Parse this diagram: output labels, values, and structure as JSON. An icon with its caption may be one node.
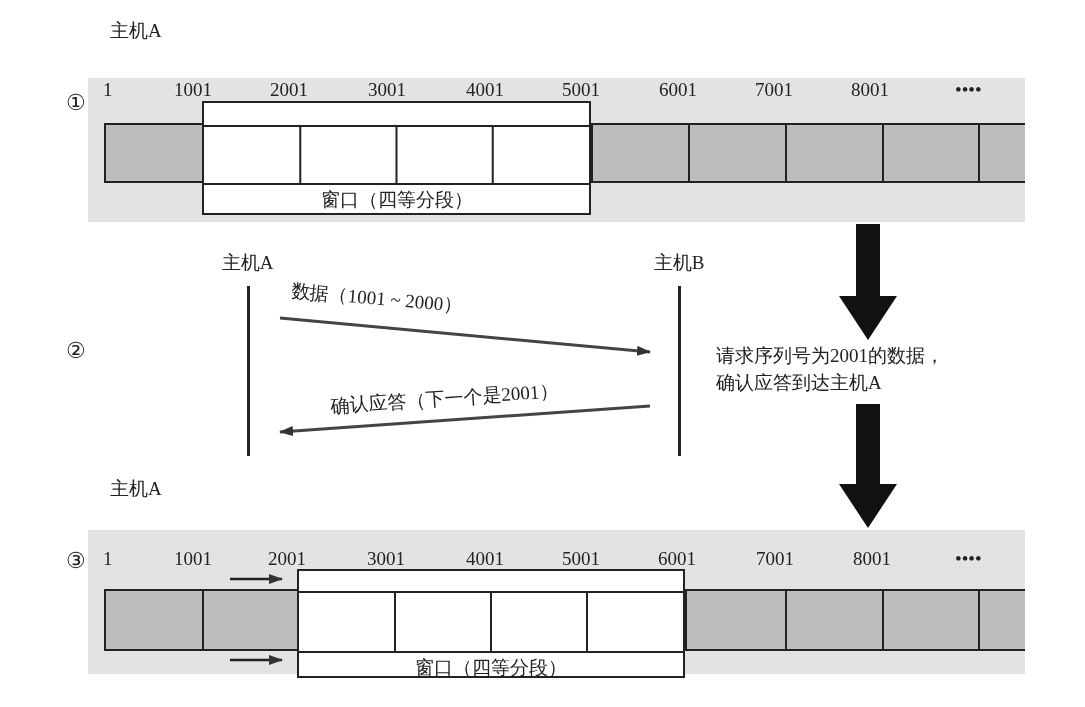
{
  "diagram": {
    "nodes": [
      {
        "text": [
          "主机A"
        ]
      },
      {
        "text": [
          "窗口（四等分段）"
        ],
        "in": 0
      },
      {
        "text": [
          "主机A"
        ]
      },
      {
        "text": [
          "主机B"
        ]
      },
      {
        "text": [
          "请求序列号为2001的数据，确认应答到达主机A"
        ]
      },
      {
        "text": [
          "主机A"
        ]
      },
      {
        "text": [
          "窗口（四等分段）"
        ],
        "in": 5
      }
    ],
    "edges": [
      {
        "from": 2,
        "to": 3,
        "arrow": "to",
        "label": "数据（1001 ~ 2000）"
      },
      {
        "from": 3,
        "to": 2,
        "arrow": "to",
        "label": "确认应答（下一个是2001）"
      },
      {
        "from": 0,
        "to": 4,
        "arrow": "to",
        "style": "thick"
      },
      {
        "from": 4,
        "to": 5,
        "arrow": "to",
        "style": "thick"
      }
    ],
    "labels": [
      "①",
      "1",
      "1001",
      "2001",
      "3001",
      "4001",
      "5001",
      "6001",
      "7001",
      "8001",
      "••••",
      "②",
      "③",
      "1",
      "1001",
      "2001",
      "3001",
      "4001",
      "5001",
      "6001",
      "7001",
      "8001",
      "••••"
    ]
  }
}
